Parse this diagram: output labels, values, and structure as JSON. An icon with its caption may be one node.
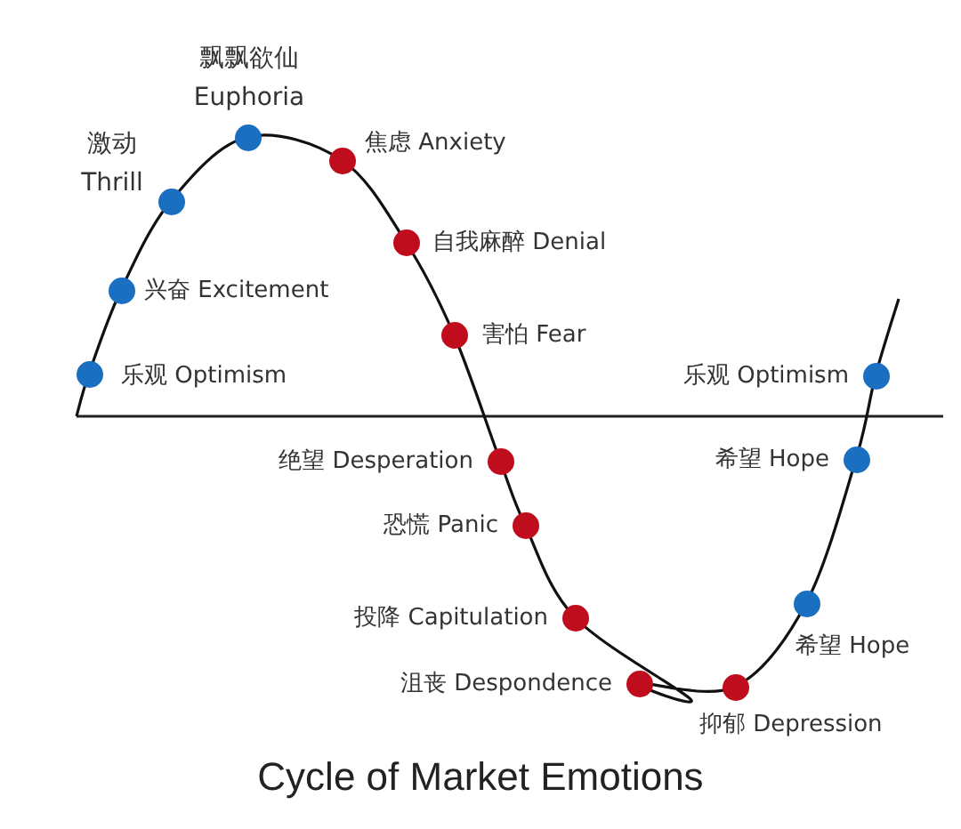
{
  "diagram": {
    "title": "Cycle of Market Emotions",
    "nodes": [
      {
        "text": [],
        "shape": "circle",
        "beside": [
          "乐观 Optimism"
        ]
      },
      {
        "text": [],
        "shape": "circle",
        "beside": [
          "兴奋 Excitement"
        ]
      },
      {
        "text": [],
        "shape": "circle",
        "beside": [
          "激动 Thrill"
        ]
      },
      {
        "text": [],
        "shape": "circle",
        "beside": [
          "飘飘欲仙 Euphoria"
        ]
      },
      {
        "text": [],
        "shape": "circle",
        "beside": [
          "焦虑 Anxiety"
        ]
      },
      {
        "text": [],
        "shape": "circle",
        "beside": [
          "自我麻醉 Denial"
        ]
      },
      {
        "text": [],
        "shape": "circle",
        "beside": [
          "害怕 Fear"
        ]
      },
      {
        "text": [],
        "shape": "circle",
        "beside": [
          "绝望 Desperation"
        ]
      },
      {
        "text": [],
        "shape": "circle",
        "beside": [
          "恐慌 Panic"
        ]
      },
      {
        "text": [],
        "shape": "circle",
        "beside": [
          "投降 Capitulation"
        ]
      },
      {
        "text": [],
        "shape": "circle",
        "beside": [
          "沮丧 Despondence"
        ]
      },
      {
        "text": [],
        "shape": "circle",
        "beside": [
          "抑郁 Depression"
        ]
      },
      {
        "text": [],
        "shape": "circle",
        "beside": [
          "希望 Hope"
        ]
      },
      {
        "text": [],
        "shape": "circle",
        "beside": [
          "希望 Hope"
        ]
      },
      {
        "text": [],
        "shape": "circle",
        "beside": [
          "乐观 Optimism"
        ]
      }
    ]
  }
}
